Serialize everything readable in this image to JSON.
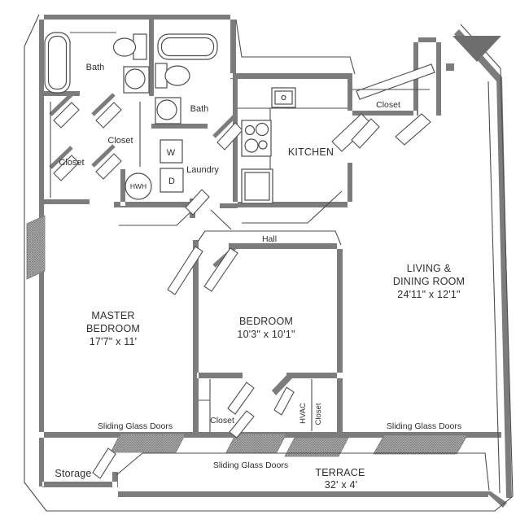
{
  "plan": {
    "type": "apartment-floor-plan",
    "colors": {
      "wall": "#7c7c7c",
      "line": "#4d4d4d",
      "door_band": "#a8a8a8",
      "entry_marker": "#6e6e6e",
      "text": "#2e2e2e",
      "background": "#ffffff"
    },
    "rooms": {
      "master_bedroom": {
        "name_line1": "MASTER",
        "name_line2": "BEDROOM",
        "dimensions": "17'7\" x 11'"
      },
      "bedroom": {
        "name": "BEDROOM",
        "dimensions": "10'3\" x 10'1\""
      },
      "living_dining": {
        "name_line1": "LIVING &",
        "name_line2": "DINING ROOM",
        "dimensions": "24'11\" x 12'1\""
      },
      "kitchen": {
        "name": "KITCHEN"
      },
      "bath_1": {
        "name": "Bath"
      },
      "bath_2": {
        "name": "Bath"
      },
      "laundry": {
        "name": "Laundry"
      },
      "hall": {
        "name": "Hall"
      },
      "terrace": {
        "name": "TERRACE",
        "dimensions": "32' x 4'"
      },
      "storage": {
        "name": "Storage"
      }
    },
    "closets": {
      "master_closet": "Closet",
      "hall_closet": "Closet",
      "entry_closet": "Closet",
      "bedroom_closet": "Closet",
      "hvac": "HVAC",
      "hvac_closet": "Closet"
    },
    "appliances": {
      "washer": "W",
      "dryer": "D",
      "water_heater": "HWH"
    },
    "doors": {
      "sliding_left": "Sliding Glass Doors",
      "sliding_middle": "Sliding Glass Doors",
      "sliding_right": "Sliding Glass Doors"
    }
  }
}
